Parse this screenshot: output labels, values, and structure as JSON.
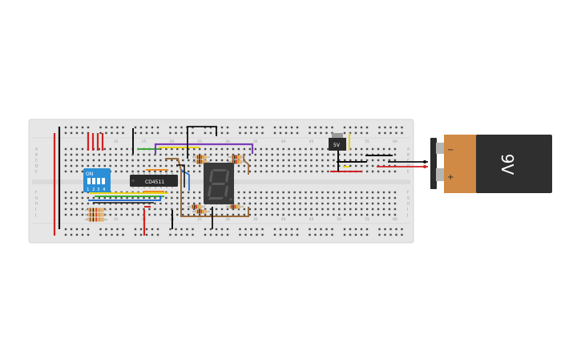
{
  "canvas": {
    "background": "#ffffff"
  },
  "breadboard": {
    "color": "#e6e6e6",
    "column_numbers": [
      "5",
      "10",
      "15",
      "20",
      "25",
      "30",
      "35",
      "40",
      "45",
      "50",
      "55",
      "60"
    ],
    "row_letters_top": [
      "A",
      "B",
      "C",
      "D",
      "E"
    ],
    "row_letters_bottom": [
      "F",
      "G",
      "H",
      "I",
      "J"
    ],
    "rail_colors": {
      "positive": "#cc2222",
      "negative": "#111111"
    }
  },
  "dip_switch": {
    "label": "ON",
    "switch_numbers": [
      "1",
      "2",
      "3",
      "4"
    ],
    "color": "#2a8fd6"
  },
  "ic": {
    "label": "CD4511",
    "color": "#2b2b2b"
  },
  "display": {
    "digit": "8",
    "body_color": "#3a3a3a",
    "segment_color": "#5a5a5a"
  },
  "regulator": {
    "label": "5V"
  },
  "battery": {
    "label": "9V",
    "minus_symbol": "−",
    "plus_symbol": "+",
    "body_color": "#2f2f2f",
    "cap_color": "#d08a45"
  },
  "wires": {
    "red": "#d42020",
    "black": "#111111",
    "yellow": "#e8d414",
    "green": "#3aaa35",
    "blue": "#2a6fd0",
    "orange": "#f08a20",
    "purple": "#7b3fb5",
    "brown": "#9a6b3c"
  },
  "resistor": {
    "body_color": "#e3b57a"
  }
}
